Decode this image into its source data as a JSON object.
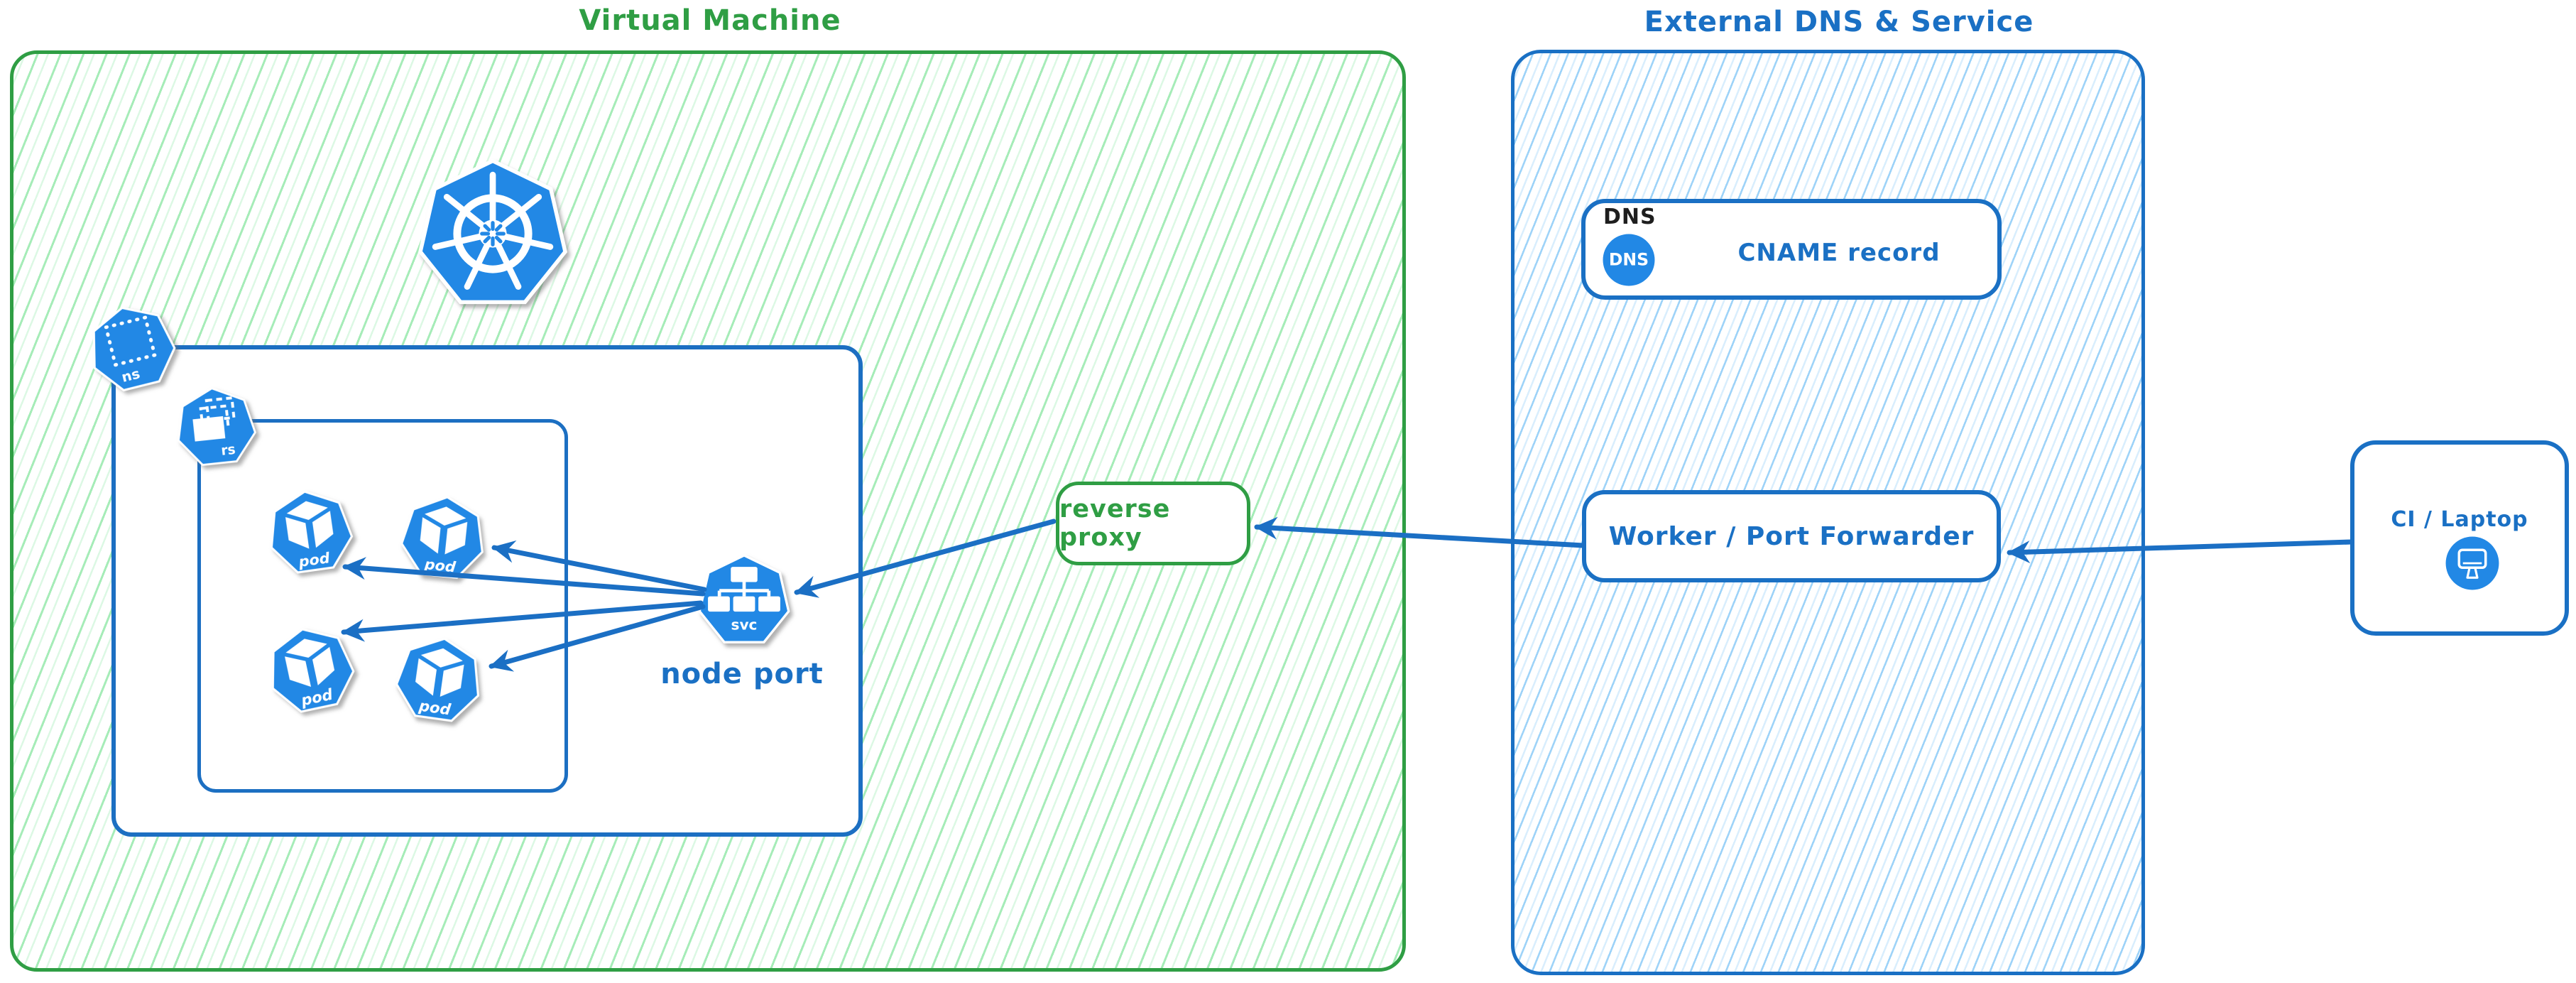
{
  "diagram": {
    "vm": {
      "title": "Virtual Machine",
      "node_port_label": "node port",
      "reverse_proxy_label": "reverse proxy",
      "icon_labels": {
        "namespace": "ns",
        "replicaset": "rs",
        "pod": "pod",
        "service": "svc"
      }
    },
    "external": {
      "title": "External DNS & Service",
      "dns_caption": "DNS",
      "dns_badge_label": "DNS",
      "cname_label": "CNAME record",
      "worker_label": "Worker / Port Forwarder"
    },
    "client": {
      "label": "CI / Laptop"
    },
    "colors": {
      "green_stroke": "#2f9e44",
      "green_hatch": "#a6ecb8",
      "blue_stroke": "#1a70c4",
      "blue_hatch": "#9ed3f8",
      "icon_fill": "#2288e5",
      "arrow": "#1b6fc4",
      "dns_caption_color": "#1e1e1e"
    }
  }
}
